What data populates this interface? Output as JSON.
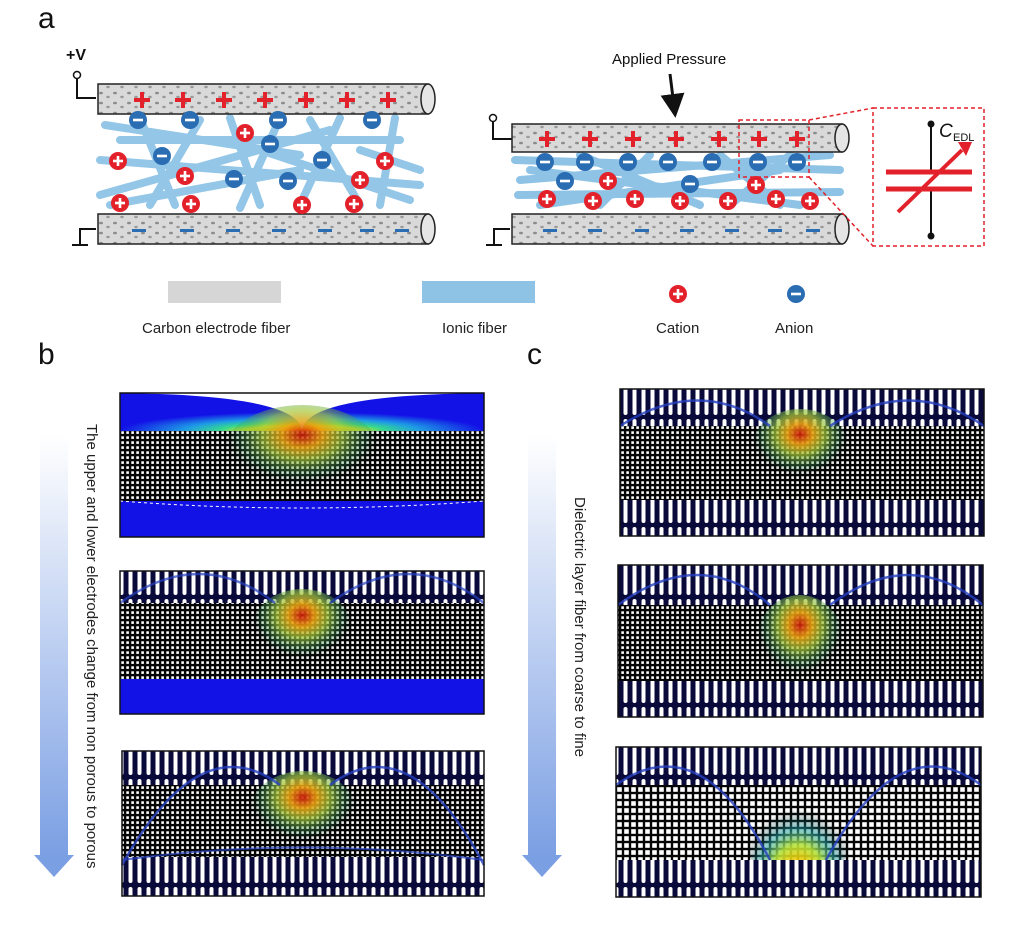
{
  "panels": {
    "a": {
      "letter": "a",
      "voltage_label": "+V",
      "pressure_label": "Applied Pressure",
      "cap_label_main": "C",
      "cap_label_sub": "EDL"
    },
    "b": {
      "letter": "b",
      "arrow_label": "The upper and lower electrodes change from non porous to porous"
    },
    "c": {
      "letter": "c",
      "arrow_label": "Dielectric layer fiber from coarse to fine"
    }
  },
  "legend": {
    "items": [
      {
        "label": "Carbon electrode fiber",
        "color": "#d6d6d6"
      },
      {
        "label": "Ionic fiber",
        "color": "#8ec3e6"
      },
      {
        "label": "Cation",
        "color": "#e3212a"
      },
      {
        "label": "Anion",
        "color": "#2a6db3"
      }
    ]
  },
  "colors": {
    "electrode": "#d6d6d6",
    "ionic": "#8ec3e6",
    "cation": "#e3212a",
    "anion": "#2a6db3",
    "field_low": "#1212e6",
    "field_high": "#e31a0a"
  }
}
